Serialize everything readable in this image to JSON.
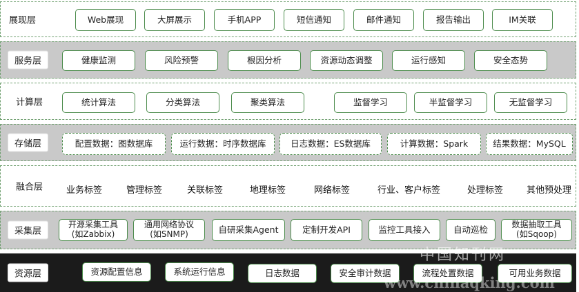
{
  "layers": [
    {
      "name": "展现层",
      "items": [
        "Web展现",
        "大屏展示",
        "手机APP",
        "短信通知",
        "邮件通知",
        "报告输出",
        "IM关联"
      ]
    },
    {
      "name": "服务层",
      "items": [
        "健康监测",
        "风险预警",
        "根因分析",
        "资源动态调整",
        "运行感知",
        "安全态势"
      ]
    },
    {
      "name": "计算层",
      "items": [
        "统计算法",
        "分类算法",
        "聚类算法",
        "监督学习",
        "半监督学习",
        "无监督学习"
      ]
    },
    {
      "name": "存储层",
      "items": [
        "配置数据：图数据库",
        "运行数据：时序数据库",
        "日志数据：ES数据库",
        "计算数据：Spark",
        "结果数据：MySQL"
      ]
    },
    {
      "name": "融合层",
      "items": [
        "业务标签",
        "管理标签",
        "关联标签",
        "地理标签",
        "网络标签",
        "行业、客户标签",
        "处理标签",
        "其他预处理"
      ]
    },
    {
      "name": "采集层",
      "items": [
        "开源采集工具\n(如Zabbix)",
        "通用网络协议\n(如SNMP)",
        "自研采集Agent",
        "定制开发API",
        "监控工具接入",
        "自动巡检",
        "数据抽取工具\n(如Sqoop)"
      ]
    },
    {
      "name": "资源层",
      "items": [
        "资源配置信息",
        "系统运行信息",
        "日志数据",
        "安全审计数据",
        "流程处置数据",
        "可用业务数据"
      ]
    }
  ],
  "watermark": {
    "cn": "中国知刊网",
    "url": "www.chinaqking.com"
  }
}
